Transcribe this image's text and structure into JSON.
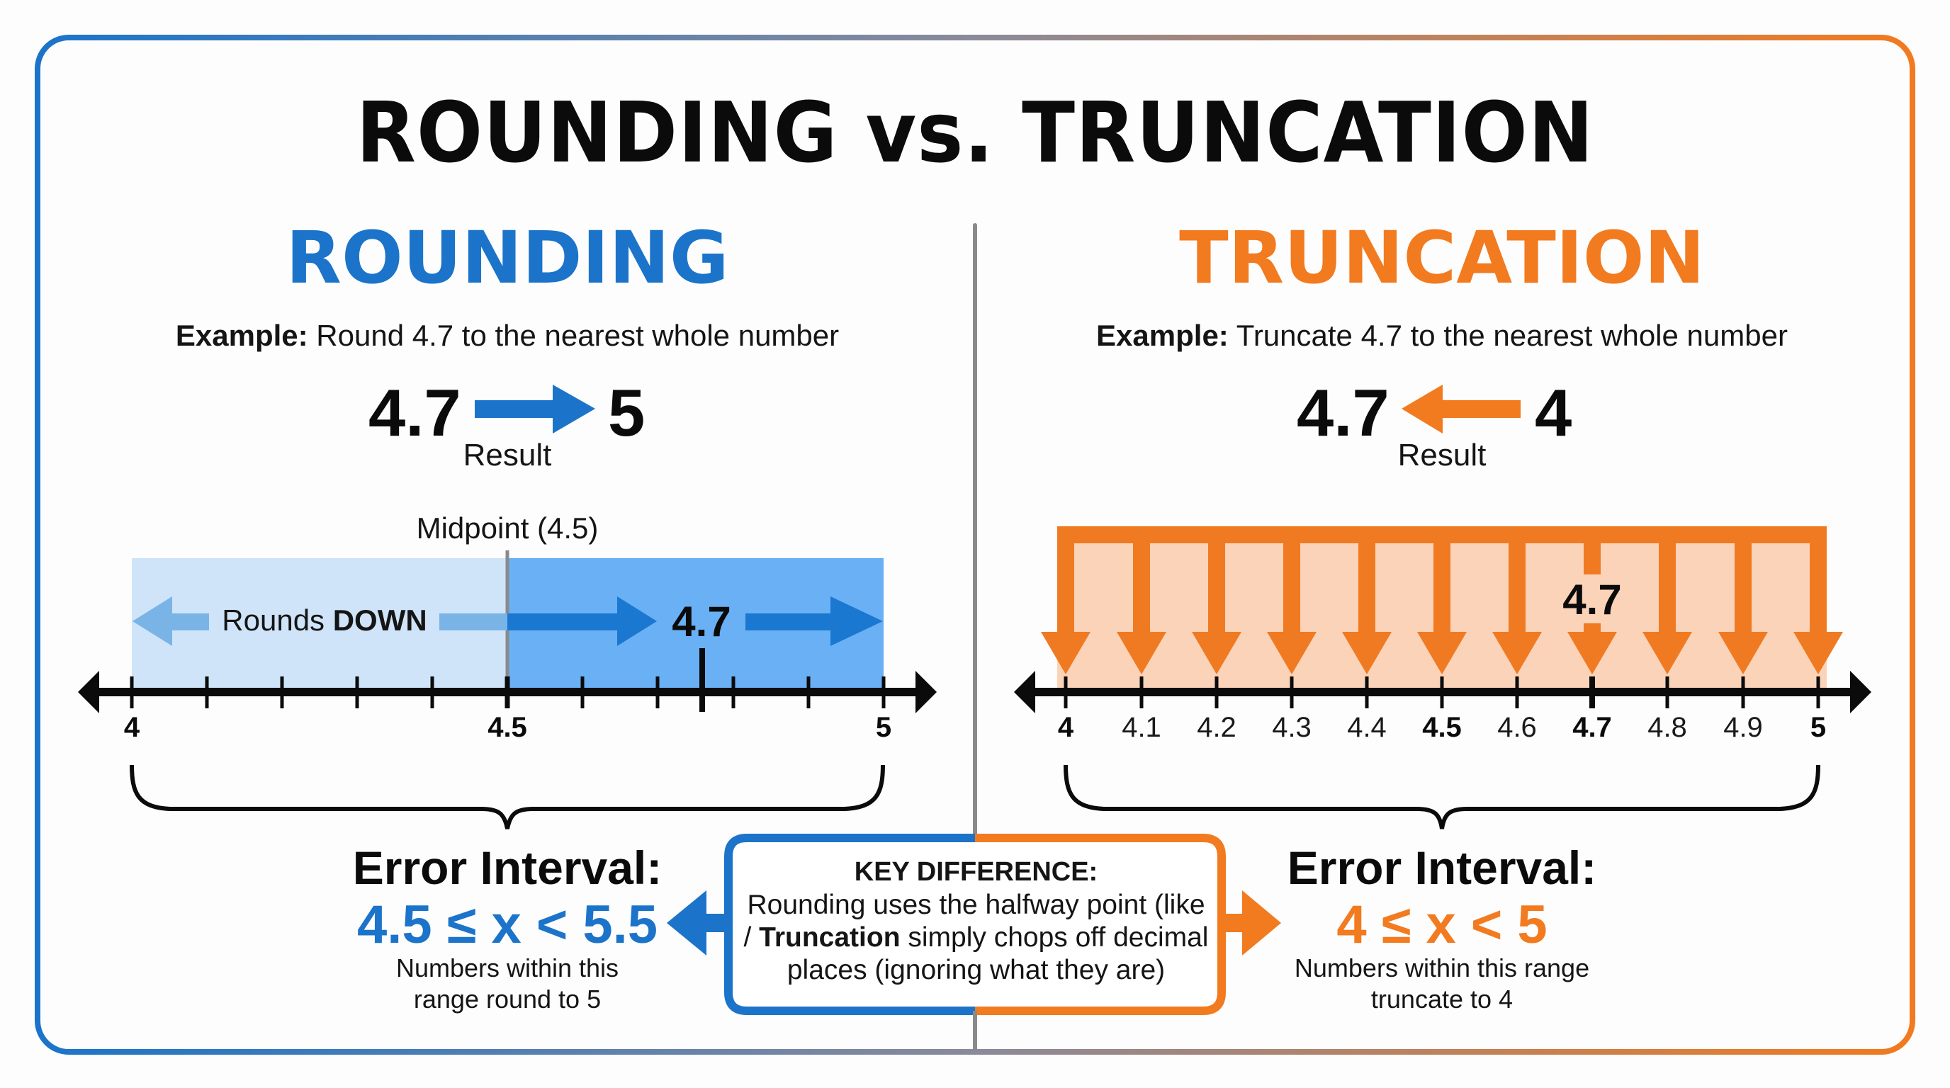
{
  "title": "ROUNDING vs. TRUNCATION",
  "colors": {
    "rounding_blue": "#1b74c9",
    "truncation_orange": "#f27a1f",
    "zone_light_blue": "#cfe4f8",
    "zone_blue": "#6ab0f5",
    "zone_peach": "#fbd3b8",
    "divider_gray": "#8a8a8a"
  },
  "rounding": {
    "heading": "ROUNDING",
    "example_label": "Example:",
    "example_text": "Round 4.7 to the nearest whole number",
    "input_value": "4.7",
    "result_value": "5",
    "result_label": "Result",
    "arrow_icon": "arrow-right-icon",
    "midpoint_label": "Midpoint (4.5)",
    "rounds_down_label_prefix": "Rounds",
    "rounds_down_label_bold": "DOWN",
    "marker_value": "4.7",
    "tick_labels": [
      "4",
      "4.5",
      "5"
    ],
    "error_title": "Error Interval:",
    "error_interval": "4.5 ≤ x < 5.5",
    "error_desc_line1": "Numbers within this",
    "error_desc_line2": "range round to 5"
  },
  "truncation": {
    "heading": "TRUNCATION",
    "example_label": "Example:",
    "example_text": "Truncate 4.7 to the nearest whole number",
    "input_value": "4.7",
    "result_value": "4",
    "result_label": "Result",
    "arrow_icon": "arrow-left-icon",
    "marker_value": "4.7",
    "tick_labels": [
      "4",
      "4.1",
      "4.2",
      "4.3",
      "4.4",
      "4.5",
      "4.6",
      "4.7",
      "4.8",
      "4.9",
      "5"
    ],
    "bold_ticks": [
      "4",
      "4.5",
      "4.7",
      "5"
    ],
    "error_title": "Error Interval:",
    "error_interval": "4 ≤ x < 5",
    "error_desc_line1": "Numbers within this range",
    "error_desc_line2": "truncate to 4"
  },
  "key_difference": {
    "heading": "KEY DIFFERENCE:",
    "line1": "Rounding uses the halfway point (like",
    "line2_prefix": "/ ",
    "line2_bold": "Truncation",
    "line2_rest": " simply chops off decimal",
    "line3": "places (ignoring what they are)"
  }
}
